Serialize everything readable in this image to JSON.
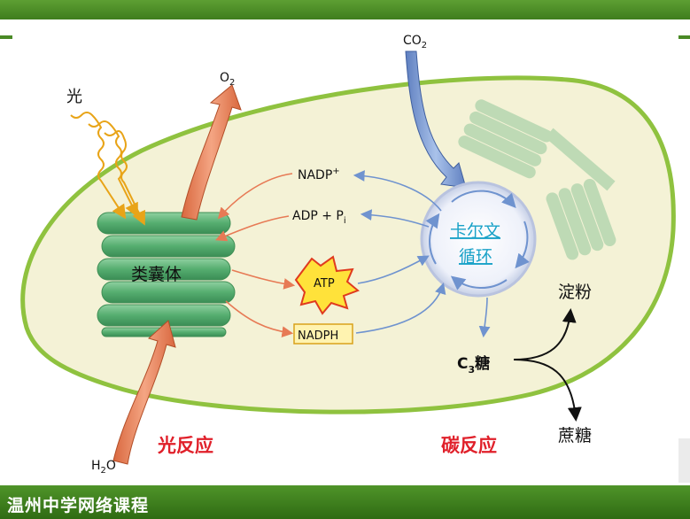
{
  "labels": {
    "light": "光",
    "o2": "O",
    "o2_sub": "2",
    "co2": "CO",
    "co2_sub": "2",
    "h2o": "H",
    "h2o_sub": "2",
    "h2o_o": "O",
    "thylakoid": "类囊体",
    "nadp": "NADP",
    "nadp_sup": "+",
    "adp": "ADP + P",
    "adp_sub": "i",
    "atp": "ATP",
    "nadph": "NADPH",
    "calvin_line1": "卡尔文",
    "calvin_line2": "循环",
    "c3": "C",
    "c3_sub": "3",
    "c3_sugar": "糖",
    "starch": "淀粉",
    "sucrose": "蔗糖",
    "light_reaction": "光反应",
    "carbon_reaction": "碳反应"
  },
  "footer": {
    "text": "温州中学网络课程"
  },
  "colors": {
    "cell_fill": "#f4f2d6",
    "cell_border": "#8fc23f",
    "thylakoid": "#4fa56a",
    "light_arrow": "#e77a55",
    "blue_arrow": "#6f93cf",
    "red_title": "#e0202a",
    "calvin_text": "#1aa2c8"
  }
}
